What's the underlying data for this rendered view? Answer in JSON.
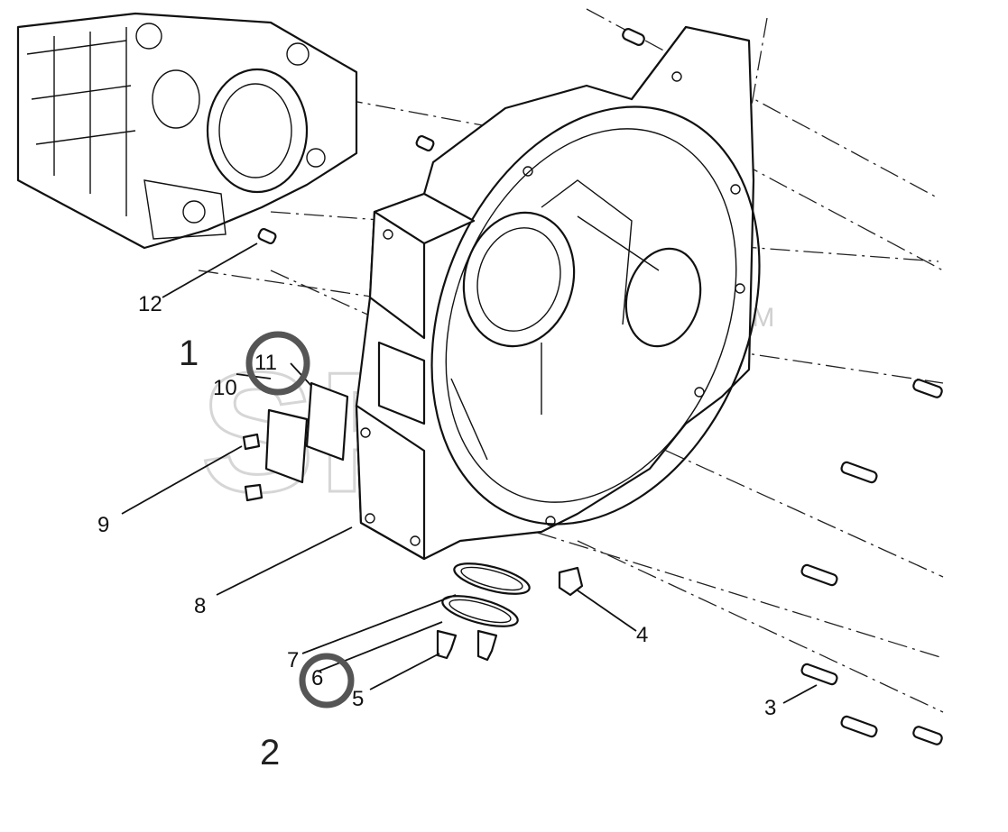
{
  "diagram": {
    "watermark": {
      "text": "SPEP",
      "tm": "TM"
    },
    "callouts": [
      {
        "id": "c1",
        "text": "1"
      },
      {
        "id": "c2",
        "text": "2"
      },
      {
        "id": "c3",
        "text": "3"
      },
      {
        "id": "c4",
        "text": "4"
      },
      {
        "id": "c5",
        "text": "5"
      },
      {
        "id": "c6",
        "text": "6"
      },
      {
        "id": "c7",
        "text": "7"
      },
      {
        "id": "c8",
        "text": "8"
      },
      {
        "id": "c9",
        "text": "9"
      },
      {
        "id": "c10",
        "text": "10"
      },
      {
        "id": "c11",
        "text": "11"
      },
      {
        "id": "c12",
        "text": "12"
      }
    ],
    "annotations": {
      "note_1": "1",
      "note_2": "2"
    }
  }
}
